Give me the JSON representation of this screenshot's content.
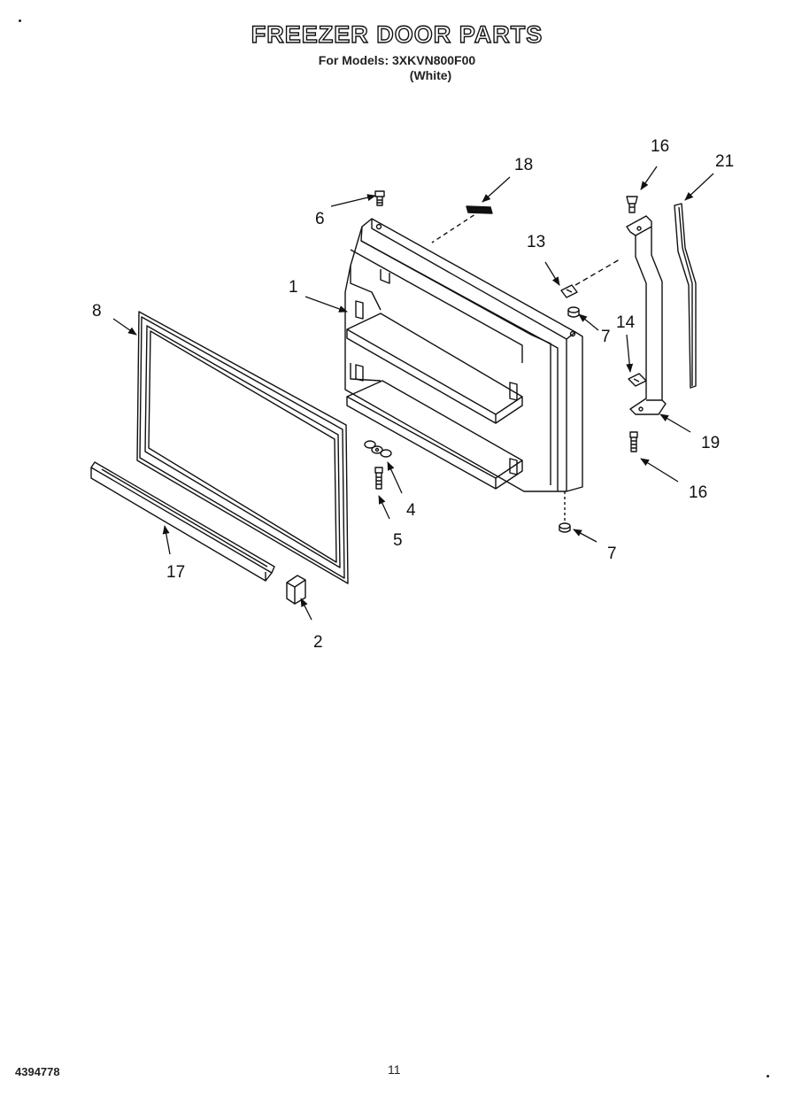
{
  "header": {
    "title": "FREEZER DOOR PARTS",
    "model_line": "For Models: 3XKVN800F00",
    "color_line": "(White)"
  },
  "footer": {
    "doc_number": "4394778",
    "page_number": "11"
  },
  "parts": [
    {
      "id": "part-1",
      "number": "1"
    },
    {
      "id": "part-2",
      "number": "2"
    },
    {
      "id": "part-4",
      "number": "4"
    },
    {
      "id": "part-5",
      "number": "5"
    },
    {
      "id": "part-6",
      "number": "6"
    },
    {
      "id": "part-7-top",
      "number": "7"
    },
    {
      "id": "part-7-bottom",
      "number": "7"
    },
    {
      "id": "part-8",
      "number": "8"
    },
    {
      "id": "part-13",
      "number": "13"
    },
    {
      "id": "part-14",
      "number": "14"
    },
    {
      "id": "part-16-top",
      "number": "16"
    },
    {
      "id": "part-16-bottom",
      "number": "16"
    },
    {
      "id": "part-17",
      "number": "17"
    },
    {
      "id": "part-18",
      "number": "18"
    },
    {
      "id": "part-19",
      "number": "19"
    },
    {
      "id": "part-21",
      "number": "21"
    }
  ]
}
